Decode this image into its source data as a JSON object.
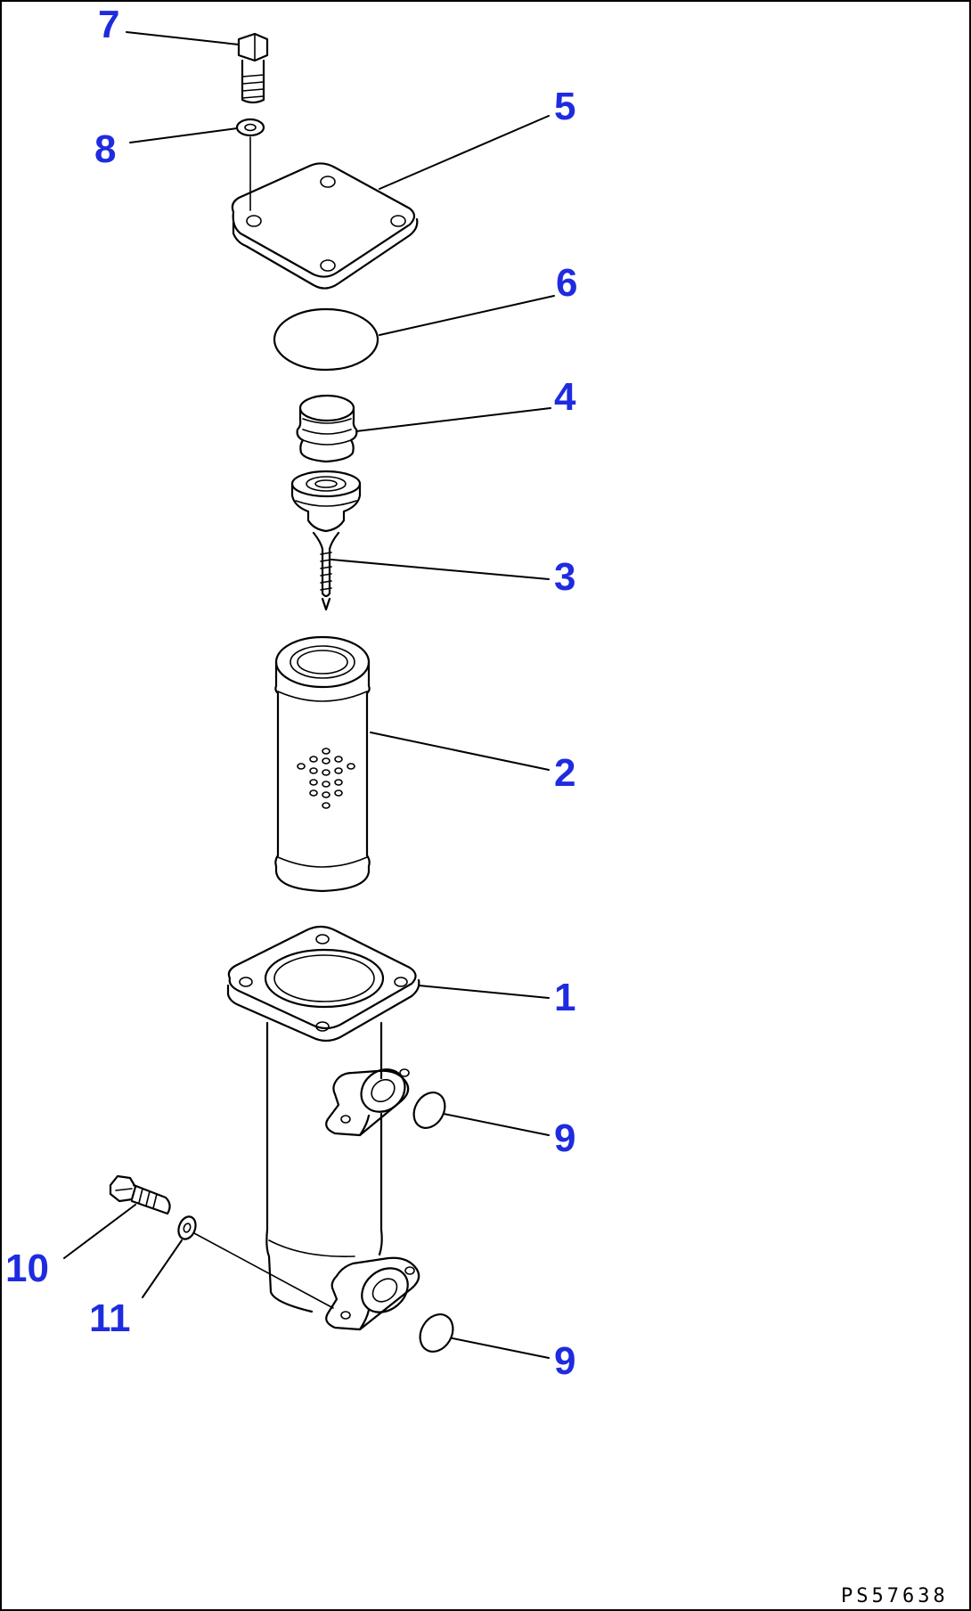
{
  "diagram": {
    "document_id": "PS57638",
    "callouts": {
      "c1": "1",
      "c2": "2",
      "c3": "3",
      "c4": "4",
      "c5": "5",
      "c6": "6",
      "c7": "7",
      "c8": "8",
      "c9_upper": "9",
      "c9_lower": "9",
      "c10": "10",
      "c11": "11"
    },
    "colors": {
      "callout_text": "#1f2be0",
      "line_art": "#000000",
      "background": "#ffffff"
    }
  }
}
